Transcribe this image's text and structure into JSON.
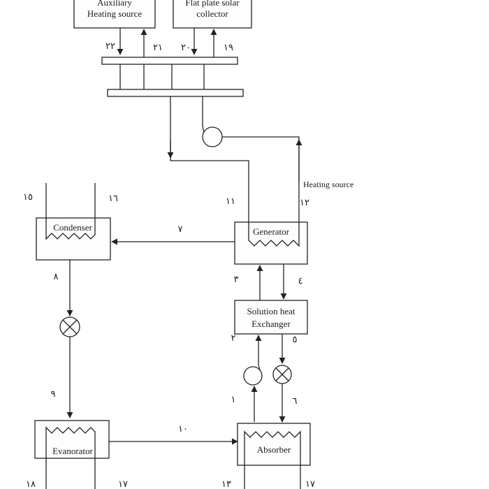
{
  "components": {
    "auxiliary_heater": {
      "line1": "Auxiliary",
      "line2": "Heating source"
    },
    "solar_collector": {
      "line1": "Flat plate solar",
      "line2": "collector"
    },
    "condenser": {
      "label": "Condenser"
    },
    "generator": {
      "label": "Generator"
    },
    "heat_exchanger": {
      "line1": "Solution heat",
      "line2": "Exchanger"
    },
    "evaporator": {
      "label": "Evanorator"
    },
    "absorber": {
      "label": "Absorber"
    }
  },
  "annotations": {
    "heating_source": "Heating source"
  },
  "state_points": {
    "p1": "١",
    "p2": "٢",
    "p3": "٣",
    "p4": "٤",
    "p5": "٥",
    "p6": "٦",
    "p7": "٧",
    "p8": "٨",
    "p9": "٩",
    "p10": "١٠",
    "p11": "١١",
    "p12": "١٢",
    "p13": "١٣",
    "p14": "١٧",
    "p15": "١٥",
    "p16": "١٦",
    "p17": "١٧",
    "p18": "١٨",
    "p19": "١٩",
    "p20": "٢٠",
    "p21": "٢١",
    "p22": "٢٢"
  }
}
